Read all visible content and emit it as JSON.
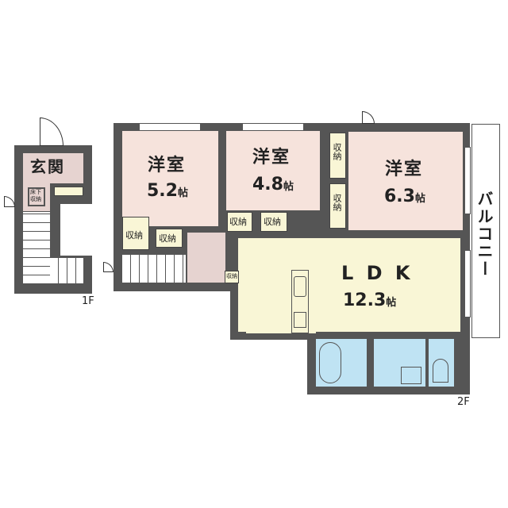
{
  "floor_plan": {
    "floors": [
      {
        "id": "1F",
        "label": "1F"
      },
      {
        "id": "2F",
        "label": "2F"
      }
    ],
    "rooms": [
      {
        "id": "entrance",
        "floor": "1F",
        "name": "玄関"
      },
      {
        "id": "underfloor_storage",
        "floor": "1F",
        "name": "床下収納"
      },
      {
        "id": "bedroom_1",
        "floor": "2F",
        "name": "洋室",
        "size": "5.2",
        "unit": "帖"
      },
      {
        "id": "bedroom_2",
        "floor": "2F",
        "name": "洋室",
        "size": "4.8",
        "unit": "帖"
      },
      {
        "id": "bedroom_3",
        "floor": "2F",
        "name": "洋室",
        "size": "6.3",
        "unit": "帖"
      },
      {
        "id": "ldk",
        "floor": "2F",
        "name": "LDK",
        "size": "12.3",
        "unit": "帖"
      },
      {
        "id": "balcony",
        "floor": "2F",
        "name": "バルコニー"
      },
      {
        "id": "bathroom",
        "floor": "2F",
        "name": ""
      },
      {
        "id": "washroom",
        "floor": "2F",
        "name": ""
      },
      {
        "id": "toilet",
        "floor": "2F",
        "name": ""
      }
    ],
    "storage_label": "収納",
    "storage_count": 7
  },
  "labels": {
    "entrance": "玄関",
    "underfloor_1": "床下",
    "underfloor_2": "収納",
    "bed1_name": "洋室",
    "bed1_size": "5.2",
    "bed2_name": "洋室",
    "bed2_size": "4.8",
    "bed3_name": "洋室",
    "bed3_size": "6.3",
    "unit": "帖",
    "ldk_name": "L D K",
    "ldk_size": "12.3",
    "balcony": "バルコニー",
    "storage": "収納",
    "storage_v": "収納",
    "floor_1": "1F",
    "floor_2": "2F"
  },
  "colors": {
    "wall": "#555555",
    "bedroom": "#f6e3dc",
    "ldk": "#f9f6d6",
    "entry": "#e6d3d0",
    "wet_area": "#bfe3f3"
  }
}
